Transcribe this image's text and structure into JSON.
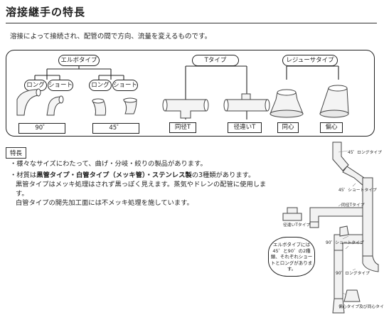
{
  "title": "溶接継手の特長",
  "intro": "溶接によって接続され、配管の間で方向、流量を変えるものです。",
  "panel": {
    "elbow_type": "エルボタイプ",
    "t_type": "Tタイプ",
    "reducer_type": "レジューサタイプ",
    "long": "ロング",
    "short": "ショート",
    "label_90": "90゜",
    "label_45": "45゜",
    "equal_t": "同径T",
    "reducing_t": "径違いT",
    "concentric": "同心",
    "eccentric": "偏心"
  },
  "features": {
    "tag": "特長",
    "bullet1": "・様々なサイズにわたって、曲げ・分岐・絞りの製品があります。",
    "bullet2_prefix": "・材質は",
    "bullet2_bold": "黒管タイプ・白管タイプ（メッキ管）・ステンレス製",
    "bullet2_suffix": "の3種類があります。",
    "line3": "黒管タイプはメッキ処理はされず黒っぽく見えます。蒸気やドレンの配管に使用しま",
    "line4": "す。",
    "line5": "白管タイプの開先加工面には不メッキ処理を施しています。"
  },
  "piping": {
    "long45": "45゜ロングタイプ",
    "short45": "45゜ショートタイプ",
    "equal_t": "同径Tタイプ",
    "reducing_t": "径違いTタイプ",
    "short90": "90゜ショートタイプ",
    "long90": "90゜ロングタイプ",
    "eccentric": "偏心タイプ及び同心タイプ有り",
    "note": "エルボタイプには45゜と90゜の2種類、それぞれショートとロングがあります。"
  }
}
